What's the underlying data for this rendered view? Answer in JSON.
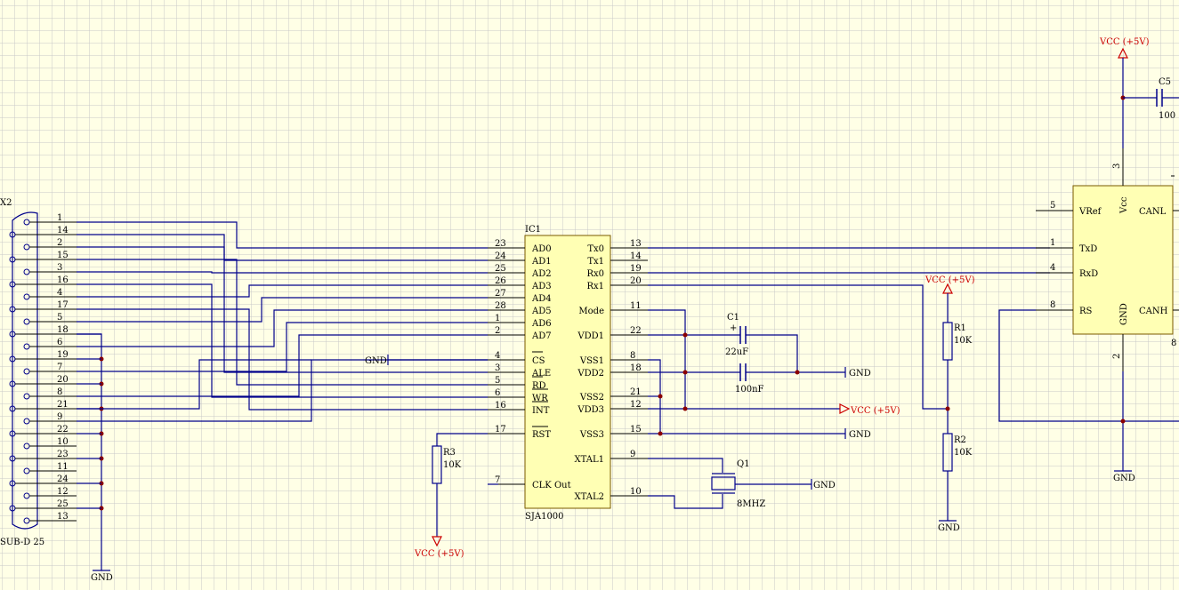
{
  "connector": {
    "ref": "X2",
    "type": "SUB-D 25",
    "pins": [
      "1",
      "14",
      "2",
      "15",
      "3",
      "16",
      "4",
      "17",
      "5",
      "18",
      "6",
      "19",
      "7",
      "20",
      "8",
      "21",
      "9",
      "22",
      "10",
      "23",
      "11",
      "24",
      "12",
      "25",
      "13"
    ]
  },
  "ic1": {
    "ref": "IC1",
    "part": "SJA1000",
    "left_pins": [
      {
        "num": "23",
        "name": "AD0"
      },
      {
        "num": "24",
        "name": "AD1"
      },
      {
        "num": "25",
        "name": "AD2"
      },
      {
        "num": "26",
        "name": "AD3"
      },
      {
        "num": "27",
        "name": "AD4"
      },
      {
        "num": "28",
        "name": "AD5"
      },
      {
        "num": "1",
        "name": "AD6"
      },
      {
        "num": "2",
        "name": "AD7"
      },
      {
        "num": "4",
        "name": "CS"
      },
      {
        "num": "3",
        "name": "ALE"
      },
      {
        "num": "5",
        "name": "RD"
      },
      {
        "num": "6",
        "name": "WR"
      },
      {
        "num": "16",
        "name": "INT"
      },
      {
        "num": "17",
        "name": "RST"
      },
      {
        "num": "7",
        "name": "CLK Out"
      }
    ],
    "right_pins": [
      {
        "num": "13",
        "name": "Tx0"
      },
      {
        "num": "14",
        "name": "Tx1"
      },
      {
        "num": "19",
        "name": "Rx0"
      },
      {
        "num": "20",
        "name": "Rx1"
      },
      {
        "num": "11",
        "name": "Mode"
      },
      {
        "num": "22",
        "name": "VDD1"
      },
      {
        "num": "8",
        "name": "VSS1"
      },
      {
        "num": "18",
        "name": "VDD2"
      },
      {
        "num": "21",
        "name": "VSS2"
      },
      {
        "num": "12",
        "name": "VDD3"
      },
      {
        "num": "15",
        "name": "VSS3"
      },
      {
        "num": "9",
        "name": "XTAL1"
      },
      {
        "num": "10",
        "name": "XTAL2"
      }
    ]
  },
  "transceiver": {
    "left_pins": [
      {
        "num": "5",
        "name": "VRef"
      },
      {
        "num": "1",
        "name": "TxD"
      },
      {
        "num": "4",
        "name": "RxD"
      },
      {
        "num": "8",
        "name": "RS"
      }
    ],
    "right_labels": [
      "CANL",
      "CANH"
    ],
    "vcc": {
      "num": "3",
      "name": "Vcc"
    },
    "gnd": {
      "num": "2",
      "name": "GND"
    },
    "edge_mark": "8"
  },
  "components": {
    "c1": {
      "ref": "C1",
      "value": "22uF"
    },
    "c2": {
      "value": "100nF"
    },
    "c5": {
      "ref": "C5",
      "value": "100"
    },
    "q1": {
      "ref": "Q1",
      "value": "8MHZ"
    },
    "r1": {
      "ref": "R1",
      "value": "10K"
    },
    "r2": {
      "ref": "R2",
      "value": "10K"
    },
    "r3": {
      "ref": "R3",
      "value": "10K"
    }
  },
  "nets": {
    "gnd": "GND",
    "vcc": "VCC (+5V)"
  },
  "colors": {
    "wire": "#00008b",
    "power": "#cc0000",
    "ic_fill": "#ffffb4",
    "grid": "#c8c8c8",
    "background": "#ffffe6"
  }
}
